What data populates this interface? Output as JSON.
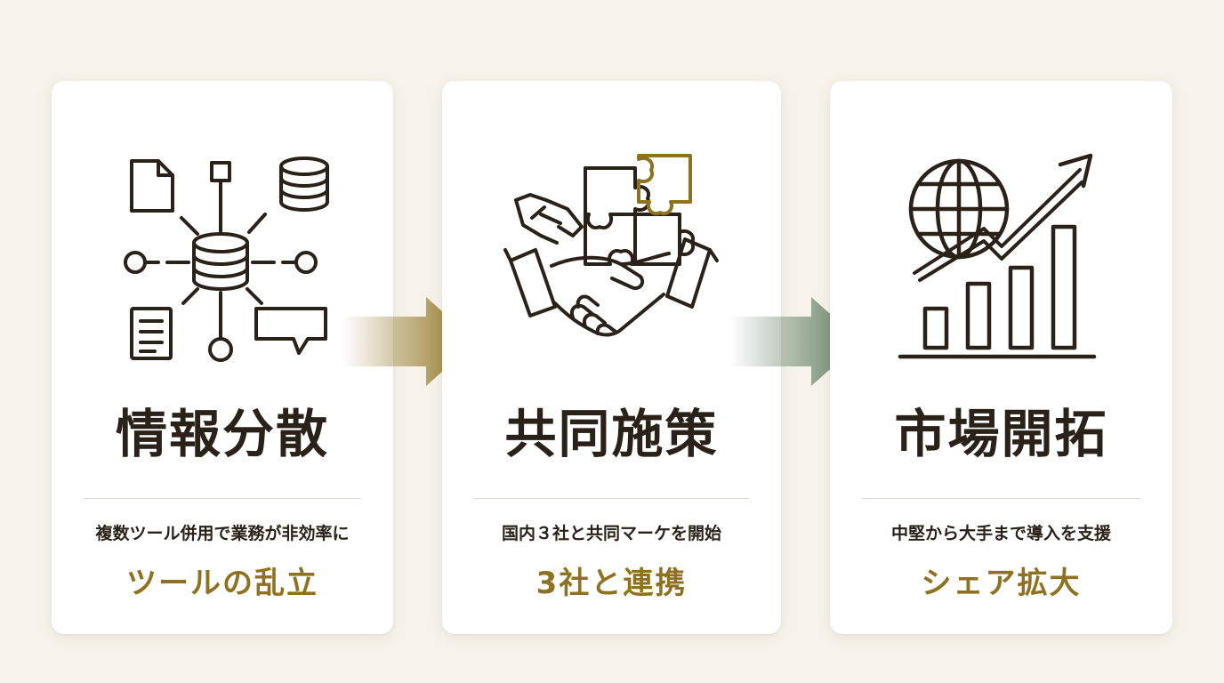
{
  "steps": [
    {
      "title": "情報分散",
      "description": "複数ツール併用で業務が非効率に",
      "highlight": "ツールの乱立",
      "icon": "data-network-icon"
    },
    {
      "title": "共同施策",
      "description": "国内３社と共同マーケを開始",
      "highlight": "3社と連携",
      "icon": "handshake-puzzle-icon"
    },
    {
      "title": "市場開拓",
      "description": "中堅から大手まで導入を支援",
      "highlight": "シェア拡大",
      "icon": "globe-growth-chart-icon"
    }
  ],
  "colors": {
    "background": "#f7f3ea",
    "card": "#ffffff",
    "ink": "#2a2118",
    "gold": "#8f7221",
    "green": "#5e7d5f",
    "divider": "#dcd7cd"
  }
}
